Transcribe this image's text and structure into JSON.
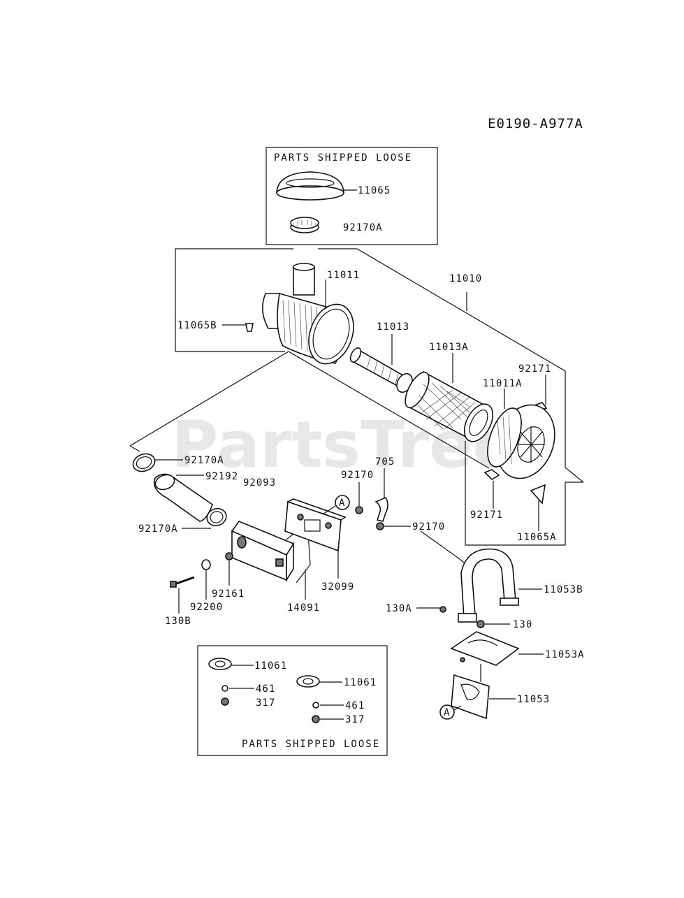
{
  "diagram_code": "E0190-A977A",
  "watermark": "PartsTree",
  "boxes": {
    "top_loose_title": "PARTS SHIPPED LOOSE",
    "bottom_loose_title": "PARTS SHIPPED LOOSE"
  },
  "callouts": {
    "ref_a_top": "A",
    "ref_a_bottom": "A"
  },
  "labels": {
    "p11065": "11065",
    "p92170A_top": "92170A",
    "p11011": "11011",
    "p11010": "11010",
    "p11065B": "11065B",
    "p11013": "11013",
    "p11013A": "11013A",
    "p92171_top": "92171",
    "p11011A": "11011A",
    "p92170A_left": "92170A",
    "p92192": "92192",
    "p92093": "92093",
    "p705": "705",
    "p92170_top": "92170",
    "p92170_right": "92170",
    "p92171_bottom": "92171",
    "p11065A": "11065A",
    "p92170A_mid": "92170A",
    "p32099": "32099",
    "p92161": "92161",
    "p14091": "14091",
    "p92200": "92200",
    "p130B": "130B",
    "p11053B": "11053B",
    "p130A": "130A",
    "p130": "130",
    "p11053A": "11053A",
    "p11053": "11053",
    "p11061_a": "11061",
    "p461_a": "461",
    "p317_a": "317",
    "p11061_b": "11061",
    "p461_b": "461",
    "p317_b": "317"
  }
}
